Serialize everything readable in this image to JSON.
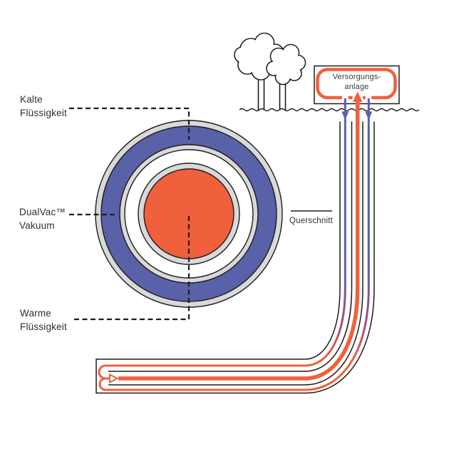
{
  "diagram": {
    "labels": {
      "cold_liquid": {
        "line1": "Kalte",
        "line2": "Flüssigkeit"
      },
      "vacuum": {
        "line1": "DualVac™",
        "line2": "Vakuum"
      },
      "warm_liquid": {
        "line1": "Warme",
        "line2": "Flüssigkeit"
      },
      "cross_section": "Querschnitt",
      "facility": {
        "line1": "Versorgungs-",
        "line2": "anlage"
      }
    },
    "colors": {
      "cold": "#5961a8",
      "warm": "#f1603c",
      "transition": "#9b4f87",
      "insulation": "#d9d9d9",
      "outline": "#1c1c1c",
      "text": "#2e2e2e",
      "background": "#ffffff"
    }
  }
}
